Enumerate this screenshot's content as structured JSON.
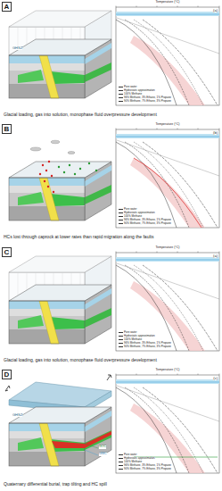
{
  "diagram": {
    "nodes": [
      {
        "text": [
          "A"
        ]
      },
      {
        "text": [
          "B"
        ]
      },
      {
        "text": [
          "C"
        ]
      },
      {
        "text": [
          "D"
        ]
      }
    ],
    "labels": [
      "GHSZ",
      "(a)",
      "Temperature (°C)",
      "Glacial loading, gas into solution, monophase fluid overpressure development",
      "(b)",
      "Temperature (°C)",
      "HCs lost through caprock at lower rates than rapid migration along the faults",
      "(a)",
      "Temperature (°C)",
      "Glacial loading, gas into solution, monophase fluid overpressure development",
      "GHSZ",
      "GOC",
      "GWC",
      "(c)",
      "Temperature (°C)",
      "Quaternary differential burial, trap tilting and HC spill"
    ],
    "legend": [
      {
        "text": "Pore water"
      },
      {
        "text": "Hydrostatic approximation"
      },
      {
        "text": "100% Methane"
      },
      {
        "text": "96% Methane, 3% Ethane, 1% Propane"
      },
      {
        "text": "90% Methane, 7% Ethane, 3% Propane"
      },
      {
        "text": "Pore water"
      },
      {
        "text": "Hydrostatic approximation"
      },
      {
        "text": "100% Methane"
      },
      {
        "text": "96% Methane, 3% Ethane, 1% Propane"
      },
      {
        "text": "90% Methane, 7% Ethane, 3% Propane"
      },
      {
        "text": "Pore water"
      },
      {
        "text": "Hydrostatic approximation"
      },
      {
        "text": "100% Methane"
      },
      {
        "text": "96% Methane, 3% Ethane, 1% Propane"
      },
      {
        "text": "90% Methane, 7% Ethane, 3% Propane"
      },
      {
        "text": "Pore water"
      },
      {
        "text": "Hydrostatic approximation"
      },
      {
        "text": "100% Methane"
      },
      {
        "text": "96% Methane, 3% Ethane, 1% Propane"
      },
      {
        "text": "90% Methane, 7% Ethane, 3% Propane"
      }
    ]
  }
}
